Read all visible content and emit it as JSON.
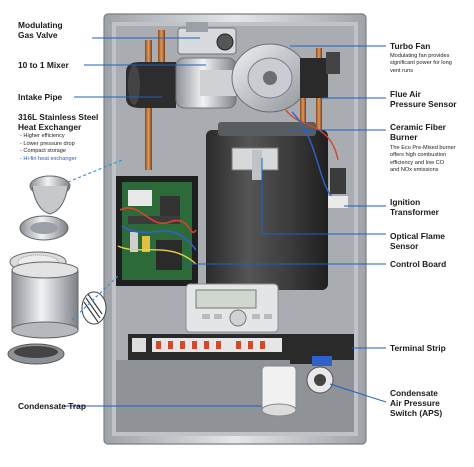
{
  "labels_left": [
    {
      "id": "modulating-gas-valve",
      "lines": [
        "Modulating",
        "Gas Valve"
      ]
    },
    {
      "id": "mixer",
      "lines": [
        "10 to 1 Mixer"
      ]
    },
    {
      "id": "intake-pipe",
      "lines": [
        "Intake Pipe"
      ]
    },
    {
      "id": "heat-exchanger",
      "lines": [
        "316L Stainless Steel",
        "Heat Exchanger"
      ]
    },
    {
      "id": "condensate-trap",
      "lines": [
        "Condensate Trap"
      ]
    }
  ],
  "heat_exchanger_bullets": [
    {
      "text": "- Higher efficiency",
      "highlight": false
    },
    {
      "text": "- Lower pressure drop",
      "highlight": false
    },
    {
      "text": "- Compact storage",
      "highlight": false
    },
    {
      "text": "- Hi-fin heat exchanger",
      "highlight": true
    }
  ],
  "labels_right": [
    {
      "id": "turbo-fan",
      "lines": [
        "Turbo Fan"
      ]
    },
    {
      "id": "flue-air-pressure-sensor",
      "lines": [
        "Flue Air",
        "Pressure Sensor"
      ]
    },
    {
      "id": "ceramic-fiber-burner",
      "lines": [
        "Ceramic Fiber",
        "Burner"
      ]
    },
    {
      "id": "ignition-transformer",
      "lines": [
        "Ignition",
        "Transformer"
      ]
    },
    {
      "id": "optical-flame-sensor",
      "lines": [
        "Optical Flame",
        "Sensor"
      ]
    },
    {
      "id": "control-board",
      "lines": [
        "Control Board"
      ]
    },
    {
      "id": "terminal-strip",
      "lines": [
        "Terminal Strip"
      ]
    },
    {
      "id": "condensate-aps",
      "lines": [
        "Condensate",
        "Air Pressure",
        "Switch (APS)"
      ]
    }
  ],
  "turbo_fan_desc": [
    "Modulating fan provides",
    "significant power for long",
    "vent runs"
  ],
  "burner_desc": [
    "The Eco Pre-Mixed burner",
    "offers high combustion",
    "efficiency and low CO",
    "and NOx emissions"
  ],
  "colors": {
    "leader_line": "#1f5fbf",
    "callout_dash": "#2b8fd6",
    "cabinet": "#c9ccd0",
    "heat_exchanger_body": "#3a3a3a",
    "label_text": "#1a1a1a",
    "highlight_text": "#2a5bb8"
  }
}
